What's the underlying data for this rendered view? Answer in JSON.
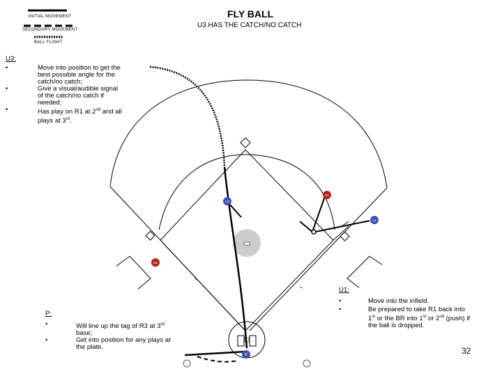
{
  "title": "FLY BALL",
  "subtitle": "U3 HAS THE CATCH/NO CATCH",
  "legend": {
    "initial": "INITIAL MOVEMENT",
    "secondary": "SECONDARY MOVEMENT",
    "ball": "BALL FLIGHT"
  },
  "u3_notes": {
    "heading": "U3:",
    "bullet": "•",
    "items": [
      "Move into position to get the best possible angle for the catch/no catch;",
      "Give a visual/audible signal of the catch/no catch if needed;",
      "Has play on R1 at 2",
      "nd",
      " and all plays at 3",
      "rd",
      "."
    ]
  },
  "u1_notes": {
    "heading": "U1:",
    "items": [
      "Move into the infield.",
      "Be prepared to take R1 back into 1",
      "st",
      " or the BR into 1",
      "st",
      " or 2",
      "nd",
      " (push) if the ball is dropped."
    ]
  },
  "p_notes": {
    "heading": "P:",
    "items": [
      "Will line up the tag of R3 at 3",
      "rd",
      " base;",
      "Get into position for any plays at the plate."
    ]
  },
  "markers": {
    "u3": "U3",
    "u1": "U1",
    "r1": "R1",
    "r3": "R3",
    "p": "P"
  },
  "page_number": "32",
  "colors": {
    "umpire": "#3b50b4",
    "runner": "#b4221c",
    "mound": "#cccccc"
  }
}
